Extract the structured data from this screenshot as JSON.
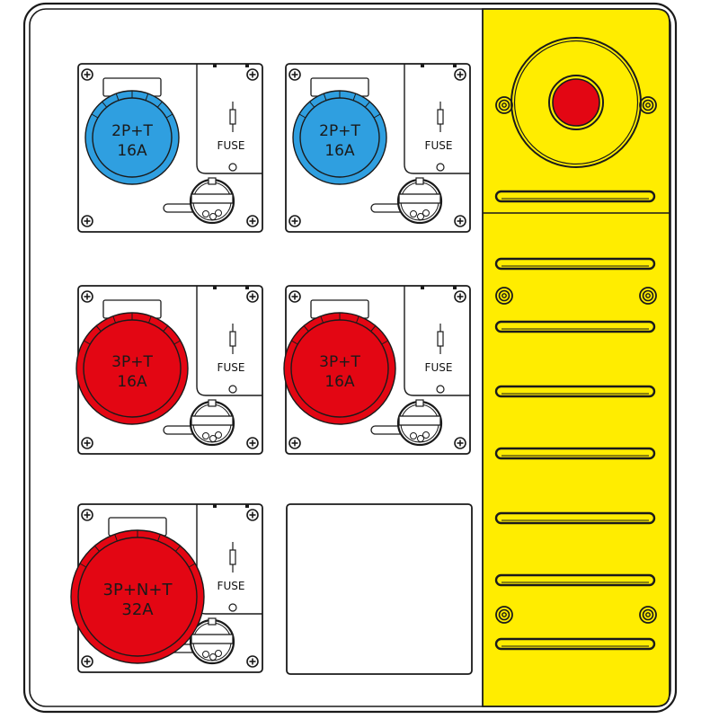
{
  "panel": {
    "frame_color": "#1a1a1a",
    "yellow": "#ffed00",
    "blue": "#2f9fe0",
    "red": "#e30613"
  },
  "sockets": [
    {
      "id": "s1",
      "type": "2P+T",
      "rating": "16A",
      "color": "blue",
      "fuse_label": "FUSE"
    },
    {
      "id": "s2",
      "type": "2P+T",
      "rating": "16A",
      "color": "blue",
      "fuse_label": "FUSE"
    },
    {
      "id": "s3",
      "type": "3P+T",
      "rating": "16A",
      "color": "red",
      "fuse_label": "FUSE"
    },
    {
      "id": "s4",
      "type": "3P+T",
      "rating": "16A",
      "color": "red",
      "fuse_label": "FUSE"
    },
    {
      "id": "s5",
      "type": "3P+N+T",
      "rating": "32A",
      "color": "red",
      "fuse_label": "FUSE"
    }
  ],
  "blank_plate": {
    "label": ""
  },
  "emergency_stop": {
    "color": "#e30613"
  }
}
